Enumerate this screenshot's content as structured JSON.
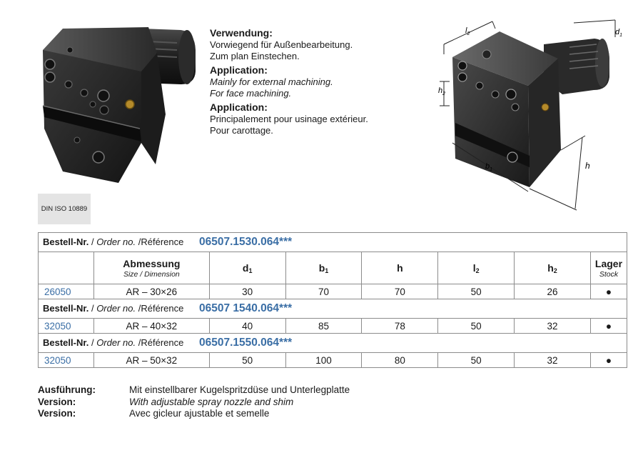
{
  "usage": {
    "de_title": "Verwendung:",
    "de_line1": "Vorwiegend für Außenbearbeitung.",
    "de_line2": "Zum plan Einstechen.",
    "en_title": "Application:",
    "en_line1": "Mainly for external machining.",
    "en_line2": "For face machining.",
    "fr_title": "Application:",
    "fr_line1": "Principalement pour usinage extérieur.",
    "fr_line2": "Pour carottage."
  },
  "din_label": "DIN ISO 10889",
  "diagram": {
    "l2": "l",
    "l2_sub": "2",
    "d1": "d",
    "d1_sub": "1",
    "h2": "h",
    "h2_sub": "2",
    "b1": "b",
    "b1_sub": "1",
    "h": "h"
  },
  "table": {
    "ref_label_de": "Bestell-Nr.",
    "ref_label_en": "Order no.",
    "ref_label_fr": "Référence",
    "slash": "/",
    "header": {
      "size_title": "Abmessung",
      "size_sub": "Size / Dimension",
      "d1": "d",
      "b1": "b",
      "h": "h",
      "l2": "l",
      "h2": "h",
      "sub1": "1",
      "sub2": "2",
      "stock_title": "Lager",
      "stock_sub": "Stock"
    },
    "groups": [
      {
        "code": "06507.1530.064",
        "stars": "***",
        "row": {
          "num": "26050",
          "size": "AR – 30×26",
          "d1": "30",
          "b1": "70",
          "h": "70",
          "l2": "50",
          "h2": "26",
          "stock": "●"
        }
      },
      {
        "code": "06507 1540.064",
        "stars": "***",
        "row": {
          "num": "32050",
          "size": "AR – 40×32",
          "d1": "40",
          "b1": "85",
          "h": "78",
          "l2": "50",
          "h2": "32",
          "stock": "●"
        }
      },
      {
        "code": "06507.1550.064",
        "stars": "***",
        "row": {
          "num": "32050",
          "size": "AR – 50×32",
          "d1": "50",
          "b1": "100",
          "h": "80",
          "l2": "50",
          "h2": "32",
          "stock": "●"
        }
      }
    ]
  },
  "version": {
    "de_key": "Ausführung:",
    "de_val": "Mit einstellbarer Kugelspritzdüse und Unterlegplatte",
    "en_key": "Version:",
    "en_val": "With adjustable spray nozzle and shim",
    "fr_key": "Version:",
    "fr_val": "Avec gicleur ajustable et semelle"
  }
}
